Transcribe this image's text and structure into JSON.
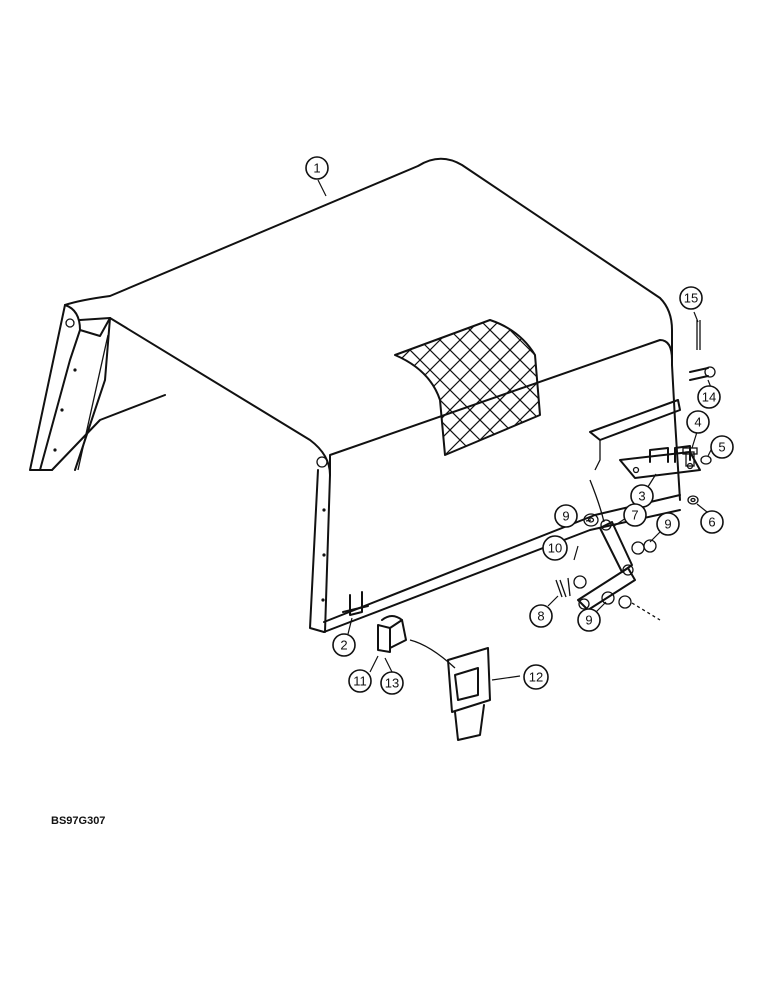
{
  "reference_code": "BS97G307",
  "callouts": [
    {
      "id": "c1",
      "label": "1"
    },
    {
      "id": "c2",
      "label": "2"
    },
    {
      "id": "c3",
      "label": "3"
    },
    {
      "id": "c4",
      "label": "4"
    },
    {
      "id": "c5",
      "label": "5"
    },
    {
      "id": "c6",
      "label": "6"
    },
    {
      "id": "c7",
      "label": "7"
    },
    {
      "id": "c8",
      "label": "8"
    },
    {
      "id": "c9a",
      "label": "9"
    },
    {
      "id": "c9b",
      "label": "9"
    },
    {
      "id": "c9c",
      "label": "9"
    },
    {
      "id": "c10",
      "label": "10"
    },
    {
      "id": "c11",
      "label": "11"
    },
    {
      "id": "c12",
      "label": "12"
    },
    {
      "id": "c13",
      "label": "13"
    },
    {
      "id": "c14",
      "label": "14"
    },
    {
      "id": "c15",
      "label": "15"
    }
  ]
}
